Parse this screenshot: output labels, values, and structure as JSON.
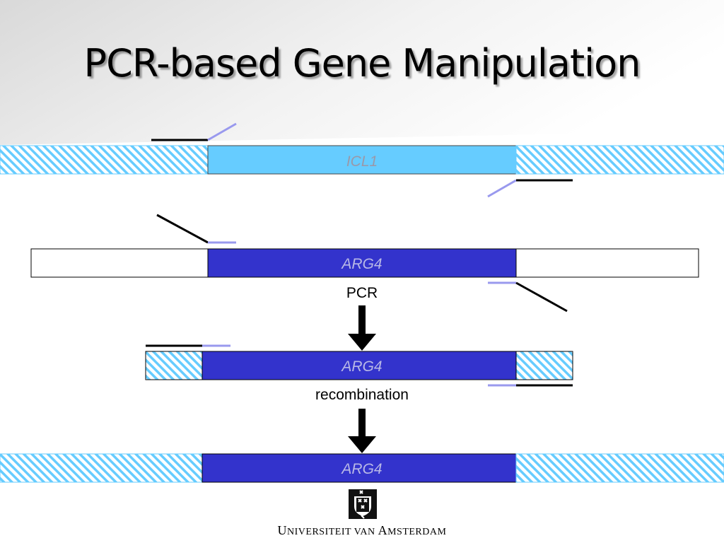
{
  "slide": {
    "title": "PCR-based Gene Manipulation"
  },
  "diagram": {
    "rows": [
      {
        "gene_label": "ICL1",
        "gene_color": "#66ccff",
        "label_color": "#9999aa"
      },
      {
        "gene_label": "ARG4",
        "gene_color": "#3333cc",
        "label_color": "#b8b8e6"
      },
      {
        "gene_label": "ARG4",
        "gene_color": "#3333cc",
        "label_color": "#b8b8e6"
      },
      {
        "gene_label": "ARG4",
        "gene_color": "#3333cc",
        "label_color": "#b8b8e6"
      }
    ],
    "steps": [
      {
        "label": "PCR"
      },
      {
        "label": "recombination"
      }
    ],
    "colors": {
      "hatch": "#66ccff",
      "primer_homology": "#9999ee",
      "primer_plasmid": "#000000",
      "arrow": "#000000"
    }
  },
  "footer": {
    "logo_icon": "uva-crest-icon",
    "university_first_U": "U",
    "university_rest_1": "NIVERSITEIT VAN ",
    "university_A": "A",
    "university_rest_2": "MSTERDAM"
  }
}
